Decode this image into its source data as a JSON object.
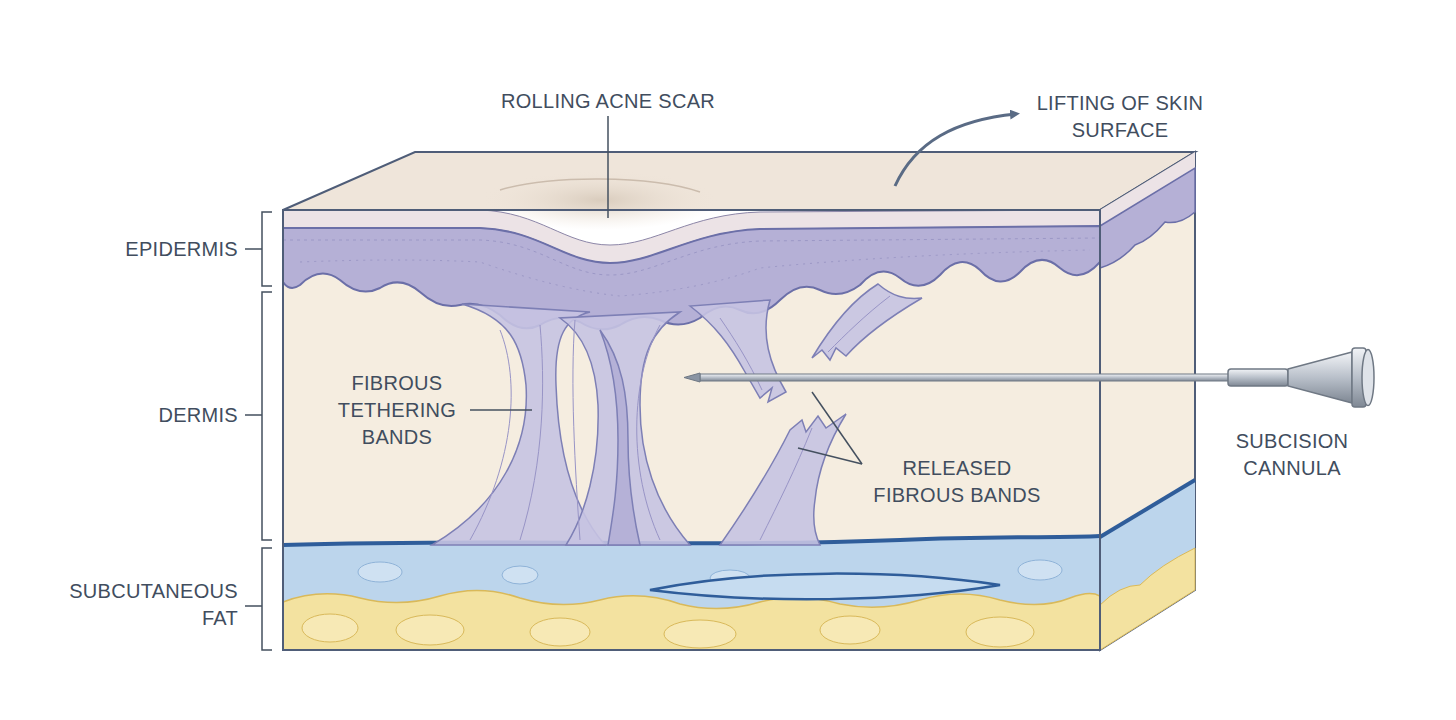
{
  "diagram": {
    "labels": [
      "ROLLING ACNE SCAR",
      "LIFTING OF SKIN SURFACE",
      "EPIDERMIS",
      "DERMIS",
      "FIBROUS TETHERING BANDS",
      "SUBCISION CANNULA",
      "RELEASED FIBROUS BANDS",
      "SUBCUTANEOUS FAT"
    ]
  }
}
